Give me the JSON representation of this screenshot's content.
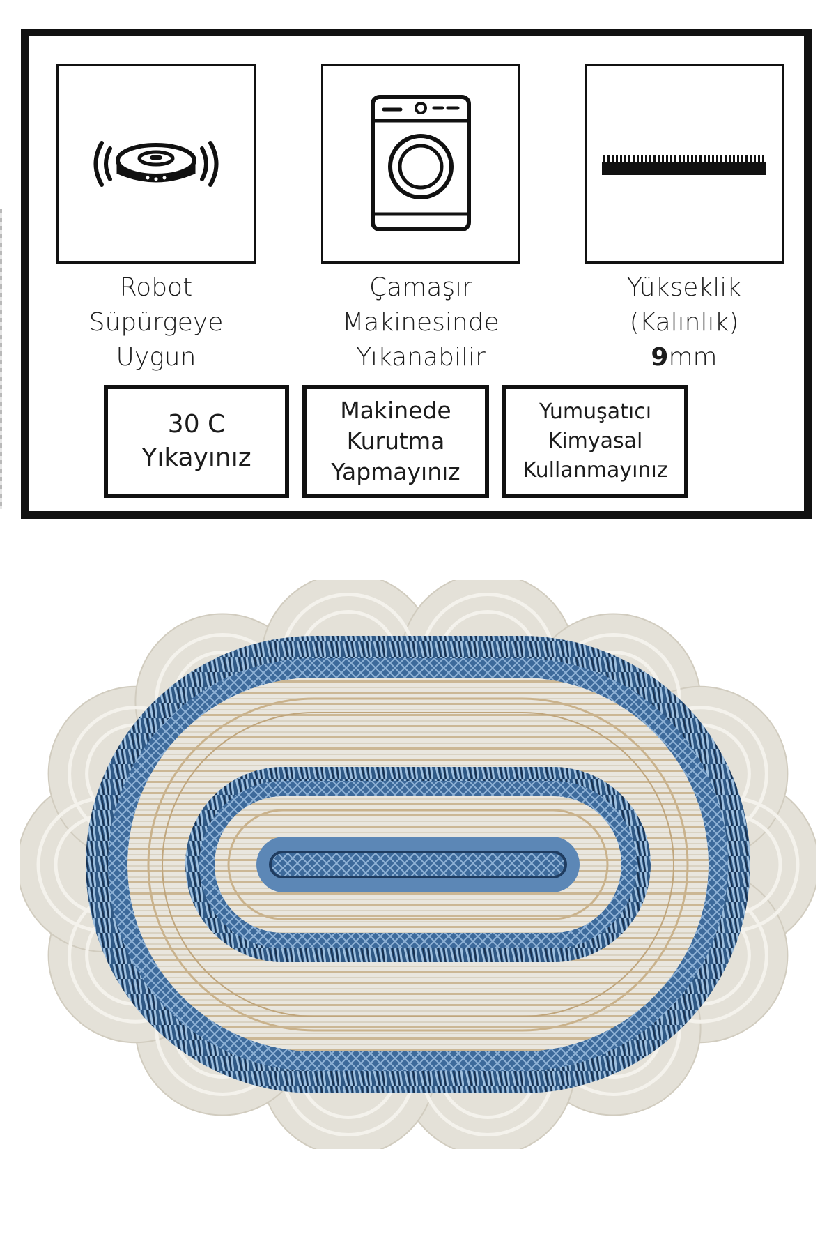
{
  "features": [
    {
      "icon": "robot-vacuum-icon",
      "lines": [
        "Robot",
        "Süpürgeye",
        "Uygun"
      ]
    },
    {
      "icon": "washing-machine-icon",
      "lines": [
        "Çamaşır",
        "Makinesinde",
        "Yıkanabilir"
      ]
    },
    {
      "icon": "pile-height-icon",
      "lines": [
        "Yükseklik",
        "(Kalınlık)"
      ],
      "thickness_value": "9",
      "thickness_unit": "mm"
    }
  ],
  "care": [
    {
      "lines": [
        "30 C",
        "Yıkayınız"
      ]
    },
    {
      "lines": [
        "Makinede",
        "Kurutma",
        "Yapmayınız"
      ]
    },
    {
      "lines": [
        "Yumuşatıcı",
        "Kimyasal",
        "Kullanmayınız"
      ]
    }
  ],
  "colors": {
    "border": "#111111",
    "rug_cream": "#e4e1d8",
    "rug_sand": "#c9b28c",
    "rug_blue": "#4a76a8",
    "rug_navy": "#213f63"
  }
}
